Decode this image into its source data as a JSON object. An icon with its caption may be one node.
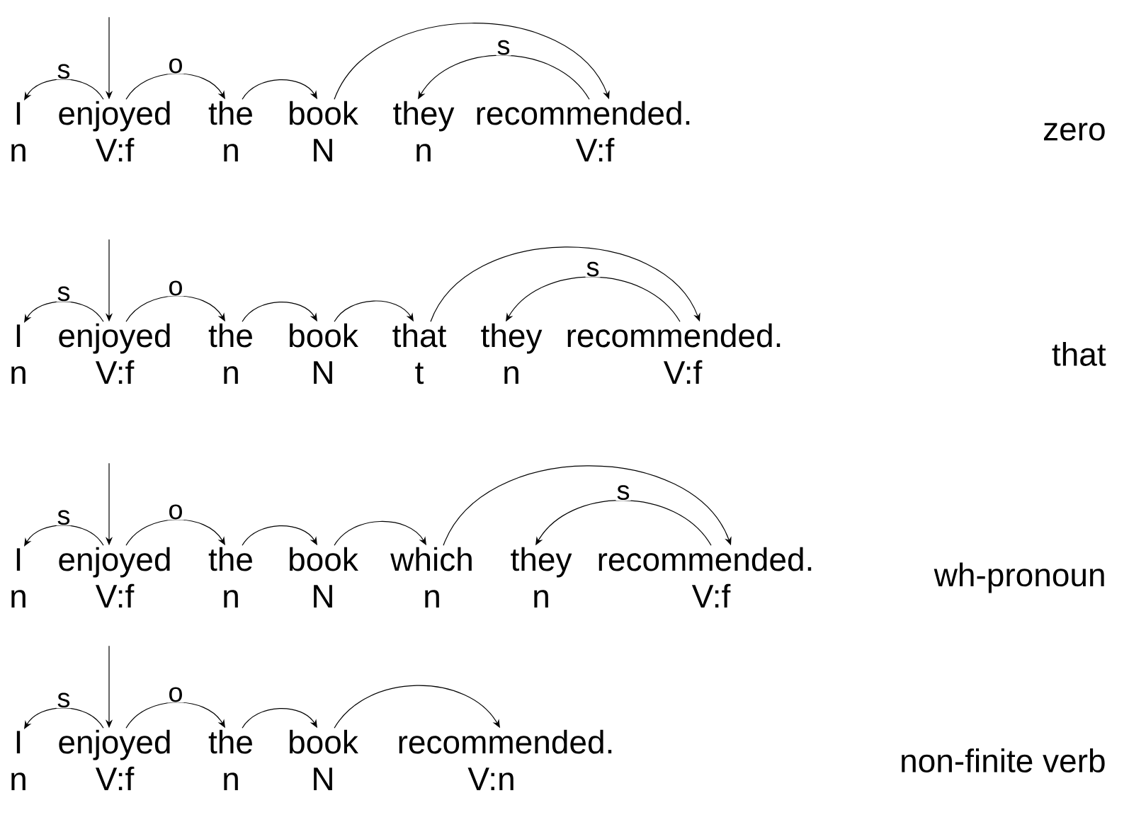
{
  "diagram": {
    "nodes": [
      {
        "text": [
          "I"
        ],
        "beside": [
          "n"
        ]
      },
      {
        "text": [
          "enjoyed"
        ],
        "beside": [
          "V:f"
        ]
      },
      {
        "text": [
          "the"
        ],
        "beside": [
          "n"
        ]
      },
      {
        "text": [
          "book"
        ],
        "beside": [
          "N"
        ]
      },
      {
        "text": [
          "they"
        ],
        "beside": [
          "n"
        ]
      },
      {
        "text": [
          "recommended."
        ],
        "beside": [
          "V:f"
        ]
      },
      {
        "text": [
          "I"
        ],
        "beside": [
          "n"
        ]
      },
      {
        "text": [
          "enjoyed"
        ],
        "beside": [
          "V:f"
        ]
      },
      {
        "text": [
          "the"
        ],
        "beside": [
          "n"
        ]
      },
      {
        "text": [
          "book"
        ],
        "beside": [
          "N"
        ]
      },
      {
        "text": [
          "that"
        ],
        "beside": [
          "t"
        ]
      },
      {
        "text": [
          "they"
        ],
        "beside": [
          "n"
        ]
      },
      {
        "text": [
          "recommended."
        ],
        "beside": [
          "V:f"
        ]
      },
      {
        "text": [
          "I"
        ],
        "beside": [
          "n"
        ]
      },
      {
        "text": [
          "enjoyed"
        ],
        "beside": [
          "V:f"
        ]
      },
      {
        "text": [
          "the"
        ],
        "beside": [
          "n"
        ]
      },
      {
        "text": [
          "book"
        ],
        "beside": [
          "N"
        ]
      },
      {
        "text": [
          "which"
        ],
        "beside": [
          "n"
        ]
      },
      {
        "text": [
          "they"
        ],
        "beside": [
          "n"
        ]
      },
      {
        "text": [
          "recommended."
        ],
        "beside": [
          "V:f"
        ]
      },
      {
        "text": [
          "I"
        ],
        "beside": [
          "n"
        ]
      },
      {
        "text": [
          "enjoyed"
        ],
        "beside": [
          "V:f"
        ]
      },
      {
        "text": [
          "the"
        ],
        "beside": [
          "n"
        ]
      },
      {
        "text": [
          "book"
        ],
        "beside": [
          "N"
        ]
      },
      {
        "text": [
          "recommended."
        ],
        "beside": [
          "V:n"
        ]
      }
    ],
    "edges": [
      {
        "from": null,
        "to": 1,
        "arrow": "to"
      },
      {
        "from": 1,
        "to": 0,
        "arrow": "to",
        "label": "s"
      },
      {
        "from": 1,
        "to": 2,
        "arrow": "to",
        "label": "o"
      },
      {
        "from": 2,
        "to": 3,
        "arrow": "to"
      },
      {
        "from": 3,
        "to": 5,
        "arrow": "to"
      },
      {
        "from": 5,
        "to": 4,
        "arrow": "to",
        "label": "s"
      },
      {
        "from": null,
        "to": 7,
        "arrow": "to"
      },
      {
        "from": 7,
        "to": 6,
        "arrow": "to",
        "label": "s"
      },
      {
        "from": 7,
        "to": 8,
        "arrow": "to",
        "label": "o"
      },
      {
        "from": 8,
        "to": 9,
        "arrow": "to"
      },
      {
        "from": 9,
        "to": 10,
        "arrow": "to"
      },
      {
        "from": 10,
        "to": 12,
        "arrow": "to"
      },
      {
        "from": 12,
        "to": 11,
        "arrow": "to",
        "label": "s"
      },
      {
        "from": null,
        "to": 14,
        "arrow": "to"
      },
      {
        "from": 14,
        "to": 13,
        "arrow": "to",
        "label": "s"
      },
      {
        "from": 14,
        "to": 15,
        "arrow": "to",
        "label": "o"
      },
      {
        "from": 15,
        "to": 16,
        "arrow": "to"
      },
      {
        "from": 16,
        "to": 17,
        "arrow": "to"
      },
      {
        "from": 17,
        "to": 19,
        "arrow": "to"
      },
      {
        "from": 19,
        "to": 18,
        "arrow": "to",
        "label": "s"
      },
      {
        "from": null,
        "to": 21,
        "arrow": "to"
      },
      {
        "from": 21,
        "to": 20,
        "arrow": "to",
        "label": "s"
      },
      {
        "from": 21,
        "to": 22,
        "arrow": "to",
        "label": "o"
      },
      {
        "from": 22,
        "to": 23,
        "arrow": "to"
      },
      {
        "from": 23,
        "to": 24,
        "arrow": "to"
      }
    ],
    "labels": [
      "zero",
      "that",
      "wh-pronoun",
      "non-finite verb"
    ]
  }
}
